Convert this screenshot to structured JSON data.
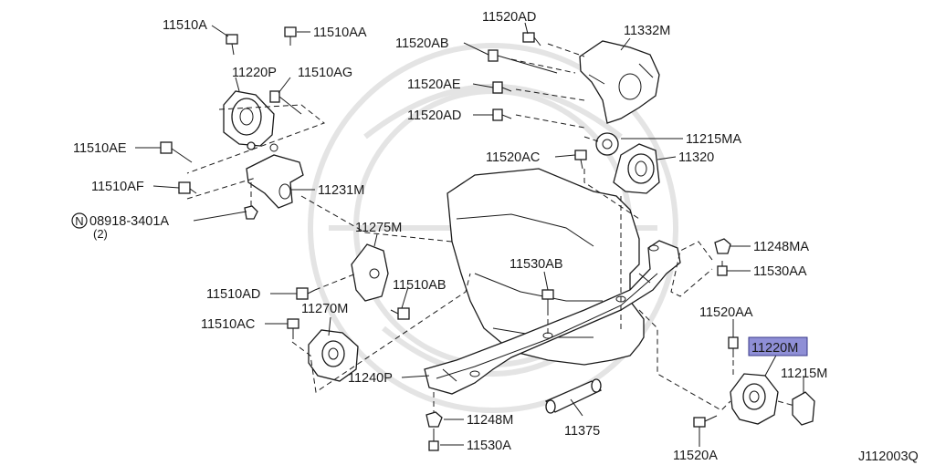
{
  "labels": {
    "l11510A": "11510A",
    "l11510AA": "11510AA",
    "l11220P": "11220P",
    "l11510AG": "11510AG",
    "l11510AE": "11510AE",
    "l11510AF": "11510AF",
    "l11231M": "11231M",
    "l08918": "08918-3401A",
    "l08918qty": "(2)",
    "nMark": "N",
    "l11520AD": "11520AD",
    "l11332M": "11332M",
    "l11520AB": "11520AB",
    "l11520AE": "11520AE",
    "l11520AD2": "11520AD",
    "l11215MA": "11215MA",
    "l11520AC": "11520AC",
    "l11320": "11320",
    "l11275M": "11275M",
    "l11248MA": "11248MA",
    "l11530AB": "11530AB",
    "l11530AA": "11530AA",
    "l11510AD": "11510AD",
    "l11510AB": "11510AB",
    "l11270M": "11270M",
    "l11510AC": "11510AC",
    "l11520AA": "11520AA",
    "l11220M": "11220M",
    "l11215M": "11215M",
    "l11240P": "11240P",
    "l11248M": "11248M",
    "l11375": "11375",
    "l11530A": "11530A",
    "l11520A": "11520A",
    "diagramCode": "J112003Q"
  },
  "colors": {
    "highlight": "#8f8fd6",
    "ink": "#1a1a1a"
  }
}
